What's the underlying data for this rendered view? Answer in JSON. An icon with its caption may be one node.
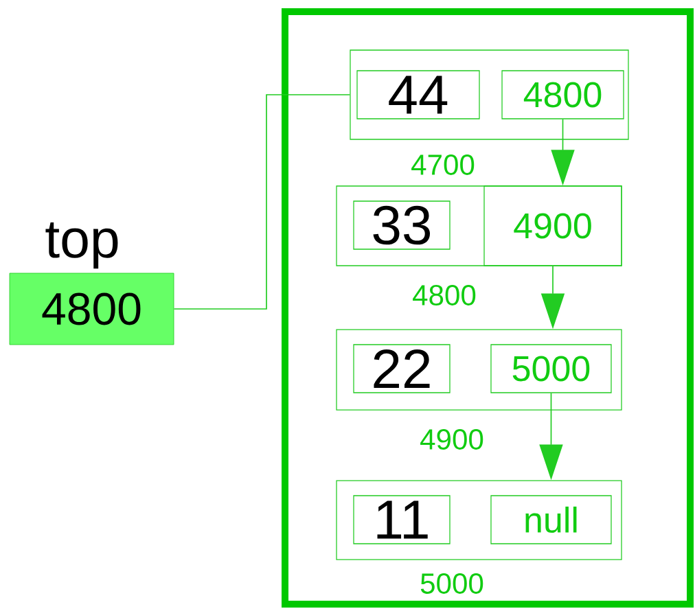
{
  "diagram": {
    "nodes": [
      {
        "text": [],
        "shape": "box"
      },
      {
        "text": [
          "top",
          "4800"
        ]
      },
      {
        "text": [],
        "shape": "box",
        "in": 0,
        "beside": [
          "4700"
        ]
      },
      {
        "text": [
          "44"
        ],
        "in": 2
      },
      {
        "text": [
          "4800"
        ],
        "in": 2
      },
      {
        "text": [],
        "shape": "box",
        "in": 0,
        "beside": [
          "4800"
        ]
      },
      {
        "text": [
          "33"
        ],
        "in": 5
      },
      {
        "text": [
          "4900"
        ],
        "in": 5
      },
      {
        "text": [],
        "shape": "box",
        "in": 0,
        "beside": [
          "4900"
        ]
      },
      {
        "text": [
          "22"
        ],
        "in": 8
      },
      {
        "text": [
          "5000"
        ],
        "in": 8
      },
      {
        "text": [],
        "shape": "box",
        "in": 0,
        "beside": [
          "5000"
        ]
      },
      {
        "text": [
          "11"
        ],
        "in": 11
      },
      {
        "text": [
          "null"
        ],
        "in": 11
      }
    ],
    "edges": [
      {
        "from": 1,
        "to": 2,
        "arrow": "none"
      },
      {
        "from": 4,
        "to": 5,
        "arrow": "to"
      },
      {
        "from": 7,
        "to": 8,
        "arrow": "to"
      },
      {
        "from": 10,
        "to": 11,
        "arrow": "to"
      }
    ]
  }
}
